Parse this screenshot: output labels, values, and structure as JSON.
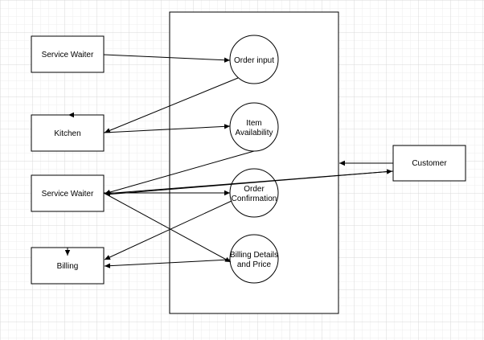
{
  "actors": {
    "service_waiter_top": "Service Waiter",
    "kitchen": "Kitchen",
    "service_waiter_mid": "Service Waiter",
    "billing": "Billing",
    "customer": "Customer"
  },
  "use_cases": {
    "order_input": [
      "Order input"
    ],
    "item_availability": [
      "Item",
      "Availability"
    ],
    "order_confirmation": [
      "Order",
      "Confirmation"
    ],
    "billing_details": [
      "Billing Details",
      "and Price"
    ]
  },
  "colors": {
    "grid_minor": "#eeeeee",
    "grid_major": "#d8d8d8",
    "stroke": "#000000",
    "background": "#ffffff"
  }
}
